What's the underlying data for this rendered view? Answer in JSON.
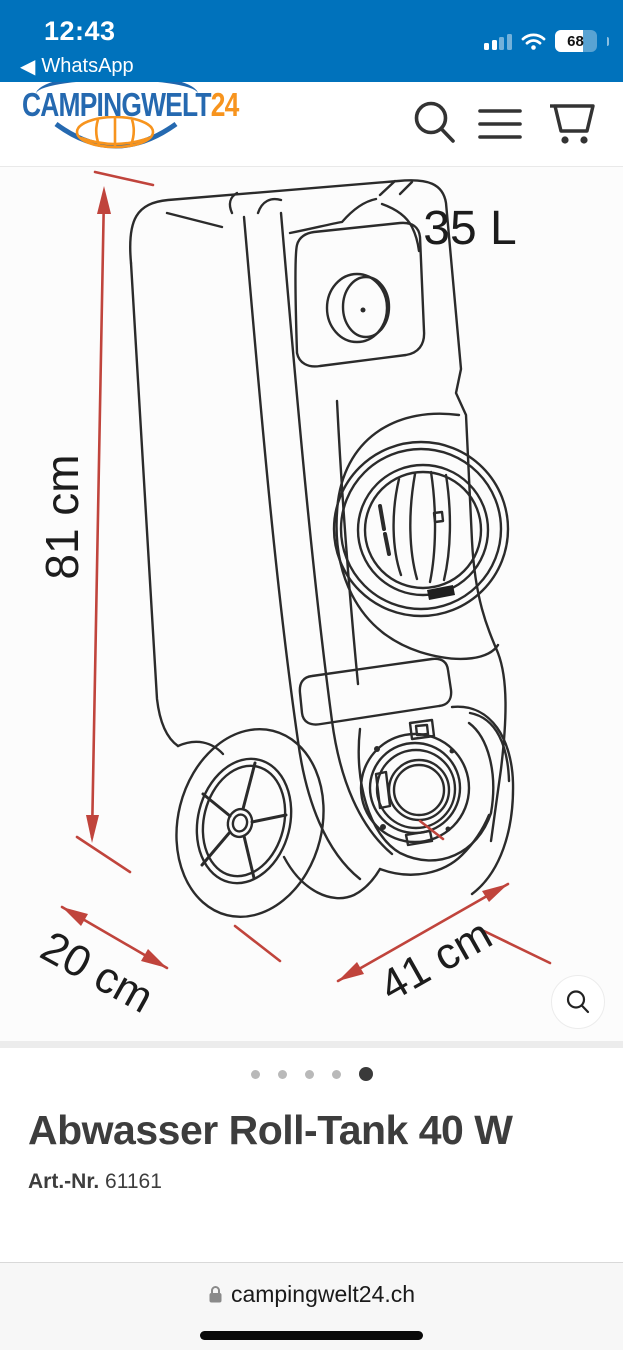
{
  "status_bar": {
    "time": "12:43",
    "back_icon": "◀",
    "back_app": "WhatsApp",
    "battery": "68"
  },
  "header": {
    "logo_main": "CAMPINGWELT",
    "logo_suffix": "24"
  },
  "product_image": {
    "volume_label": "35 L",
    "height_label": "81 cm",
    "depth_label": "20 cm",
    "width_label": "41 cm"
  },
  "carousel": {
    "total": 5,
    "active": 5
  },
  "product": {
    "title": "Abwasser Roll-Tank 40 W",
    "sku_label": "Art.-Nr.",
    "sku_value": "61161"
  },
  "browser": {
    "url": "campingwelt24.ch"
  },
  "colors": {
    "status_blue": "#0072bc",
    "dimension_red": "#c0443c",
    "logo_blue": "#2569b0",
    "logo_orange": "#f7941e"
  }
}
